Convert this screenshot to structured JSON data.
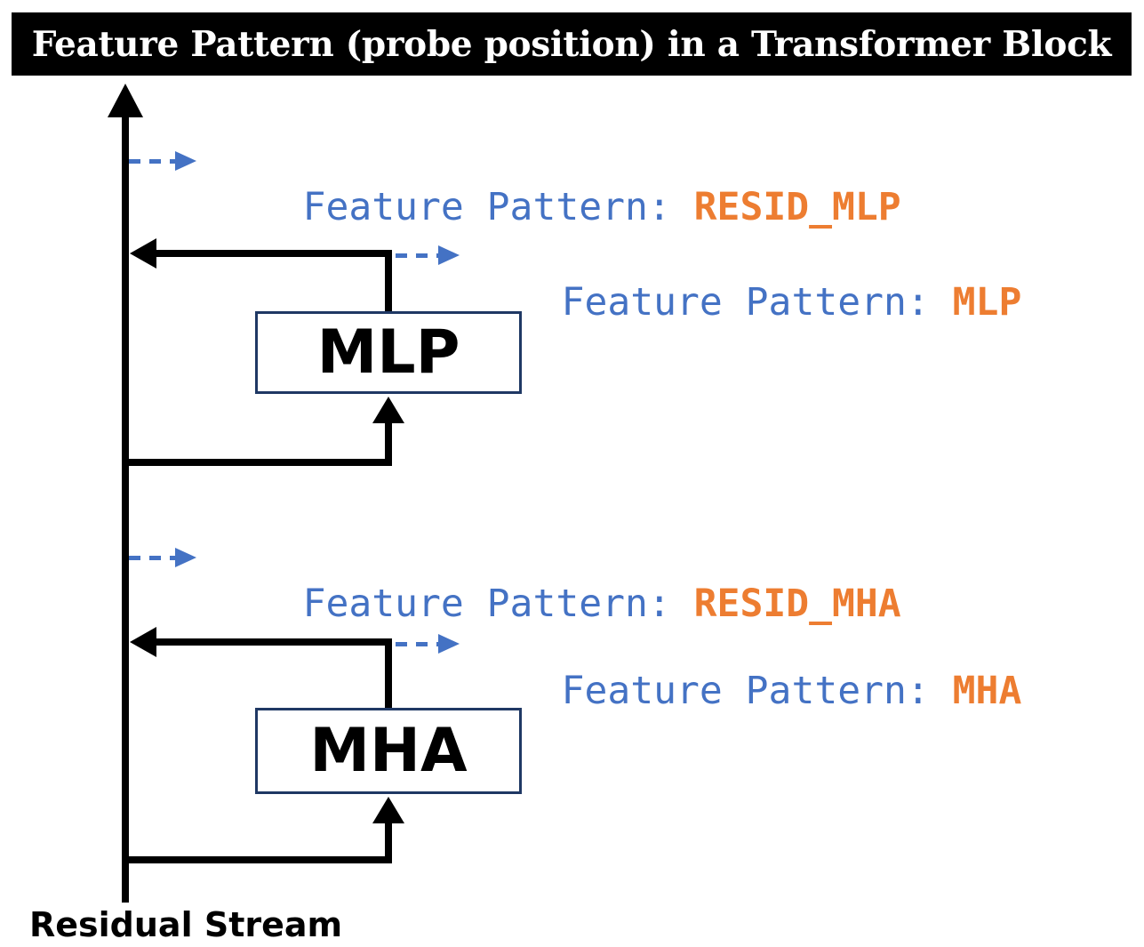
{
  "title": "Feature Pattern (probe position) in a Transformer Block",
  "colors": {
    "blue": "#4472C4",
    "orange": "#ED7D31",
    "navy": "#1F3864",
    "black": "#000000"
  },
  "labels": {
    "resid_mlp": {
      "prefix": "Feature Pattern: ",
      "value": "RESID_MLP"
    },
    "mlp": {
      "prefix": "Feature Pattern: ",
      "value": "MLP"
    },
    "resid_mha": {
      "prefix": "Feature Pattern: ",
      "value": "RESID_MHA"
    },
    "mha": {
      "prefix": "Feature Pattern: ",
      "value": "MHA"
    }
  },
  "blocks": {
    "mlp": "MLP",
    "mha": "MHA"
  },
  "residual_stream_label": "Residual Stream"
}
